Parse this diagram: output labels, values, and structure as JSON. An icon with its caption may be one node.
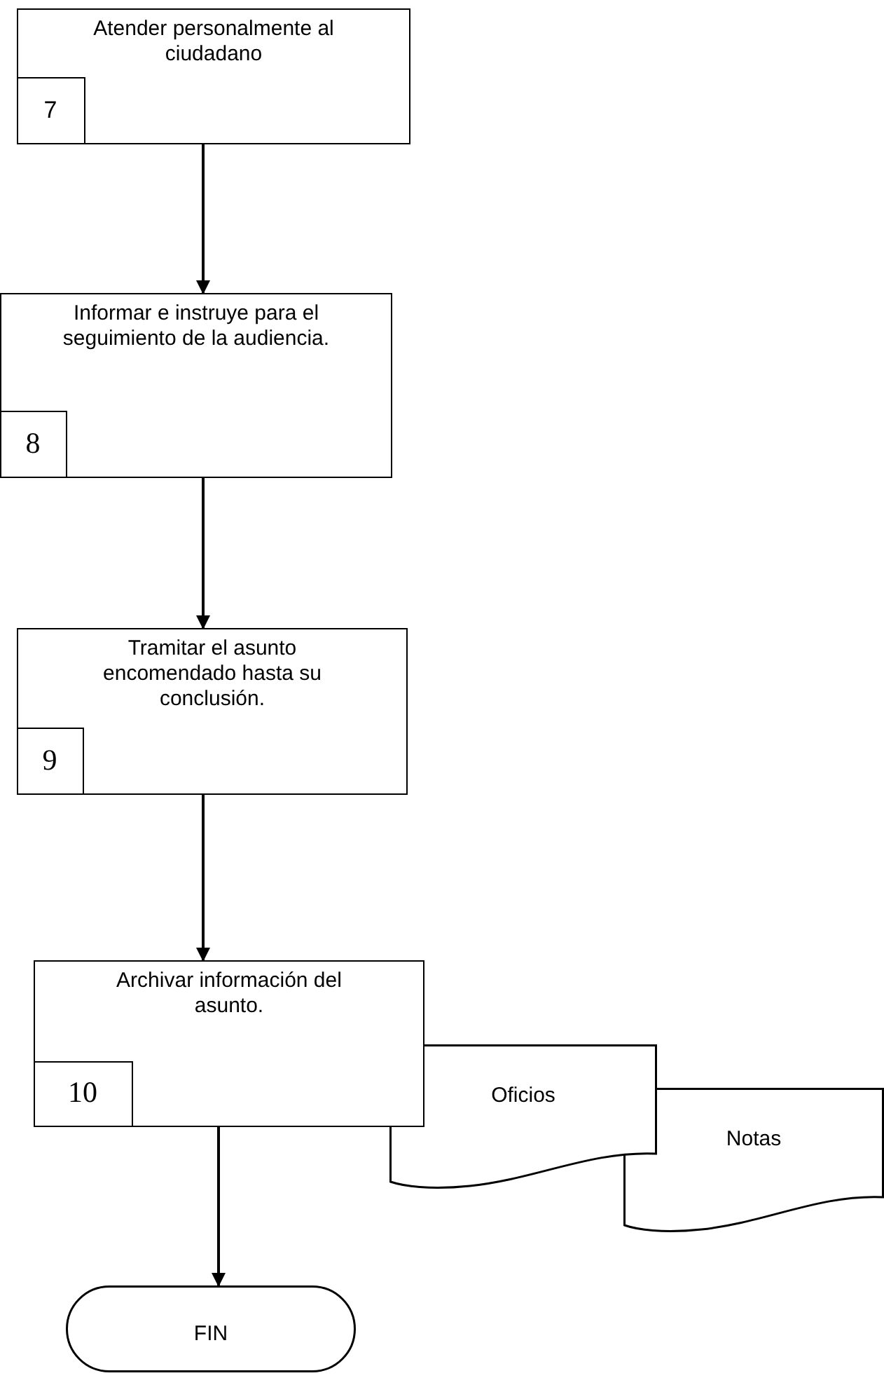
{
  "diagram": {
    "nodes": [
      {
        "text": [
          "Atender personalmente al ciudadano"
        ]
      },
      {
        "text": [
          "7"
        ],
        "in": 0
      },
      {
        "text": [
          "Informar e instruye para el seguimiento de la audiencia."
        ]
      },
      {
        "text": [
          "8"
        ],
        "in": 2
      },
      {
        "text": [
          "Tramitar el asunto encomendado hasta su conclusión."
        ]
      },
      {
        "text": [
          "9"
        ],
        "in": 4
      },
      {
        "text": [
          "Archivar información del asunto."
        ]
      },
      {
        "text": [
          "10"
        ],
        "in": 6
      },
      {
        "text": [
          "Oficios"
        ]
      },
      {
        "text": [
          "Notas"
        ]
      },
      {
        "text": [
          "FIN"
        ]
      }
    ],
    "edges": [
      {
        "from": 0,
        "to": 2,
        "arrow": "to"
      },
      {
        "from": 2,
        "to": 4,
        "arrow": "to"
      },
      {
        "from": 4,
        "to": 6,
        "arrow": "to"
      },
      {
        "from": 6,
        "to": 10,
        "arrow": "to"
      }
    ]
  }
}
